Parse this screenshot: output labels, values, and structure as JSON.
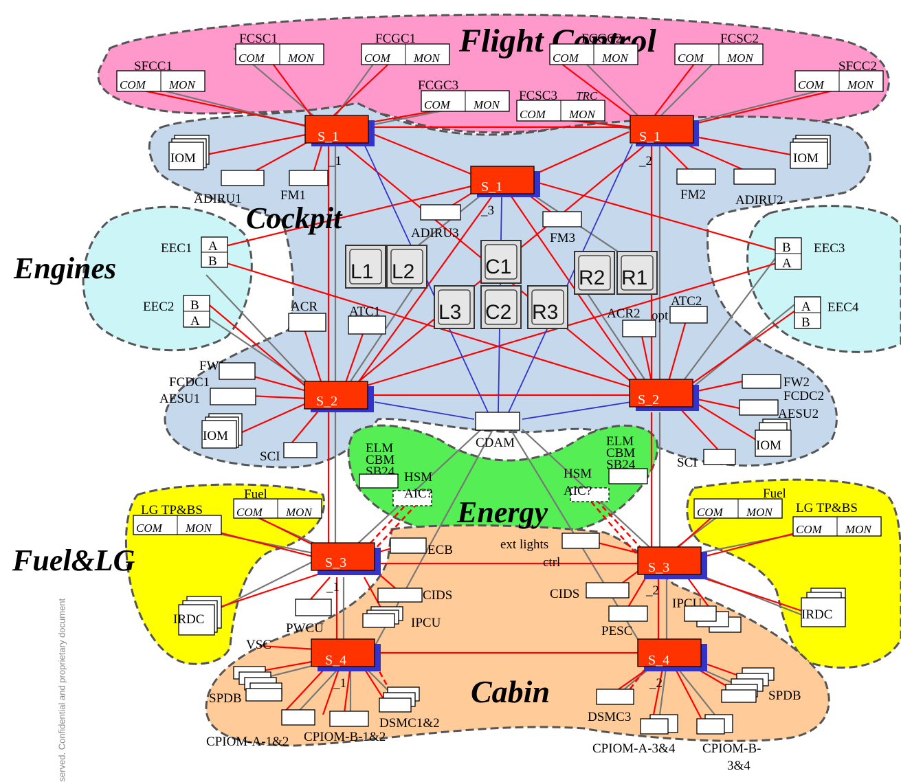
{
  "zones": {
    "flight_control": "Flight Control",
    "cockpit": "Cockpit",
    "engines": "Engines",
    "energy": "Energy",
    "fuel_lg": "Fuel&LG",
    "cabin": "Cabin"
  },
  "colors": {
    "flight_control": "#ff99cc",
    "cockpit": "#c6d9ec",
    "engines": "#ccf5f7",
    "energy": "#55ee55",
    "fuel_lg": "#ffff00",
    "cabin": "#ffcc99",
    "switch": "#ff3300",
    "link_red": "#ff0000",
    "link_gray": "#777777",
    "link_blue": "#3333cc"
  },
  "switches": [
    {
      "id": "s1a",
      "label": "S_1",
      "port": "_1"
    },
    {
      "id": "s1b",
      "label": "S_1",
      "port": "_2"
    },
    {
      "id": "s1c",
      "label": "S_1",
      "port": "_3"
    },
    {
      "id": "s2a",
      "label": "S_2",
      "port": ""
    },
    {
      "id": "s2b",
      "label": "S_2",
      "port": ""
    },
    {
      "id": "s3a",
      "label": "S_3",
      "port": "_1"
    },
    {
      "id": "s3b",
      "label": "S_3",
      "port": "_2"
    },
    {
      "id": "s4a",
      "label": "S_4",
      "port": "_1"
    },
    {
      "id": "s4b",
      "label": "S_4",
      "port": "_2"
    }
  ],
  "com": "COM",
  "mon": "MON",
  "flight_units": {
    "fcsc1": "FCSC1",
    "fcgc1": "FCGC1",
    "fcgc2": "FCGC2",
    "fcsc2": "FCSC2",
    "sfcc1": "SFCC1",
    "sfcc2": "SFCC2",
    "fcgc3": "FCGC3",
    "fcsc3": "FCSC3",
    "trc": "TRC"
  },
  "cockpit_units": {
    "iom": "IOM",
    "adiru1": "ADIRU1",
    "fm1": "FM1",
    "fm2": "FM2",
    "adiru2": "ADIRU2",
    "adiru3": "ADIRU3",
    "fm3": "FM3",
    "acr1": "ACR",
    "atc1": "ATC1",
    "acr2": "ACR2",
    "opt": "opt",
    "atc2": "ATC2",
    "cdam": "CDAM"
  },
  "displays": [
    "L1",
    "L2",
    "C1",
    "R2",
    "R1",
    "L3",
    "C2",
    "R3"
  ],
  "engine_units": {
    "eec1": "EEC1",
    "eec2": "EEC2",
    "eec3": "EEC3",
    "eec4": "EEC4",
    "a": "A",
    "b": "B"
  },
  "s2_units": {
    "fw1": "FW1",
    "fcdc1": "FCDC1",
    "aesu1": "AESU1",
    "sci": "SCI",
    "fw2": "FW2",
    "fcdc2": "FCDC2",
    "aesu2": "AESU2"
  },
  "energy_units": {
    "elm": "ELM",
    "cbm": "CBM",
    "sb24": "SB24",
    "hsm": "HSM",
    "aic": "AIC?"
  },
  "fuel_units": {
    "fuel": "Fuel",
    "lgtp": "LG TP&BS",
    "irdc": "IRDC"
  },
  "cabin_units": {
    "ecb": "ECB",
    "ext_lights": "ext lights",
    "ctrl": "ctrl",
    "cids": "CIDS",
    "ipcu": "IPCU",
    "pwcu": "PWCU",
    "pesc": "PESC",
    "vsc": "VSC",
    "spdb": "SPDB",
    "dsmc12": "DSMC1&2",
    "dsmc3": "DSMC3",
    "cpioma12": "CPIOM-A-1&2",
    "cpiomb12": "CPIOM-B-1&2",
    "cpioma34": "CPIOM-A-3&4",
    "cpiomb34a": "CPIOM-B-",
    "cpiomb34b": "3&4"
  },
  "side_note": "served. Confidential and proprietary document"
}
